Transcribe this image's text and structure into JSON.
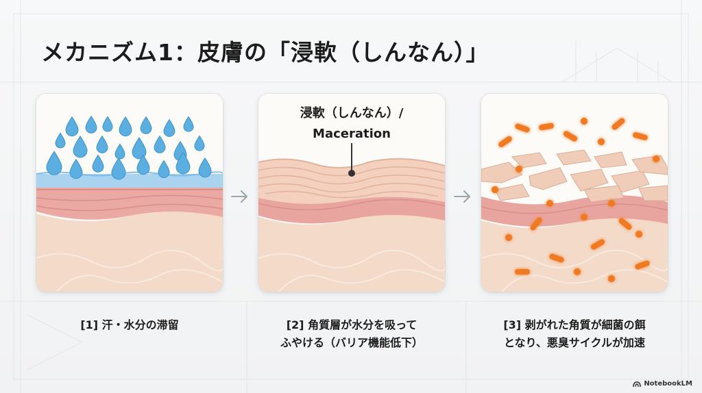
{
  "slide": {
    "title": "メカニズム1：皮膚の「浸軟（しんなん）」"
  },
  "panels": [
    {
      "caption_lines": [
        "[1] 汗・水分の滞留"
      ]
    },
    {
      "callout_lines": [
        "浸軟（しんなん）/",
        "Maceration"
      ],
      "caption_lines": [
        "[2] 角質層が水分を吸って",
        "ふやける（バリア機能低下）"
      ]
    },
    {
      "caption_lines": [
        "[3] 剥がれた角質が細菌の餌",
        "となり、悪臭サイクルが加速"
      ]
    }
  ],
  "branding": {
    "label": "NotebookLM"
  },
  "colors": {
    "water": "#5aaee0",
    "skin_dermis": "#f2d3c1",
    "skin_layer": "#e9a7a2",
    "bacteria": "#f07a24",
    "arrow": "#9aa4aa"
  }
}
